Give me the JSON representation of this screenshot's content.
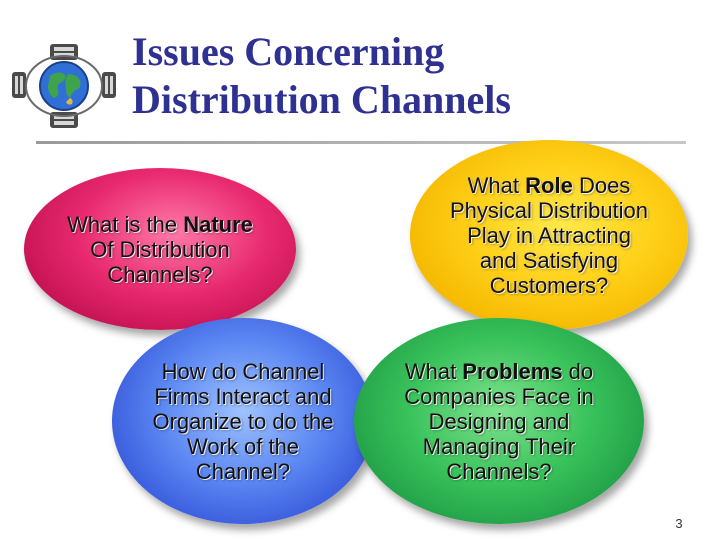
{
  "slide": {
    "title_line1": "Issues Concerning",
    "title_line2": "Distribution Channels",
    "page_number": "3"
  },
  "bubbles": {
    "nature": {
      "color": "#e8296f",
      "line1_pre": "What is the ",
      "line1_bold": "Nature",
      "line2": "Of Distribution",
      "line3": "Channels?"
    },
    "role": {
      "color": "#ffd11a",
      "line1_pre": "What ",
      "line1_bold": "Role",
      "line1_post": " Does",
      "line2": "Physical Distribution",
      "line3": "Play in Attracting",
      "line4": "and Satisfying",
      "line5": "Customers?"
    },
    "interact": {
      "color": "#5a86f2",
      "line1": "How do Channel",
      "line2": "Firms Interact and",
      "line3": "Organize to do the",
      "line4": "Work of the",
      "line5": "Channel?"
    },
    "problems": {
      "color": "#38c25a",
      "line1_pre": "What ",
      "line1_bold": "Problems",
      "line1_post": " do",
      "line2": "Companies Face in",
      "line3": "Designing and",
      "line4": "Managing Their",
      "line5": "Channels?"
    }
  },
  "logo": {
    "icon": "globe-with-satellites-icon"
  }
}
